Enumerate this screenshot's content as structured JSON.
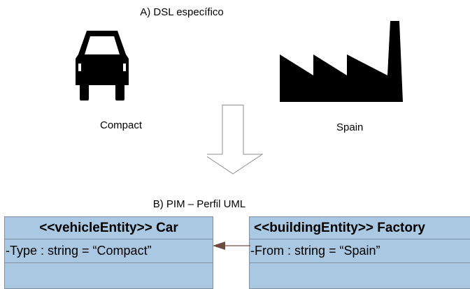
{
  "section_a": {
    "title": "A) DSL específico",
    "car_label": "Compact",
    "factory_label": "Spain"
  },
  "section_b": {
    "title": "B) PIM – Perfil UML",
    "car_class": {
      "name": "<<vehicleEntity>> Car",
      "attribute": "-Type : string = “Compact”"
    },
    "factory_class": {
      "name": "<<buildingEntity>> Factory",
      "attribute": "-From : string = “Spain”"
    }
  },
  "colors": {
    "class_fill": "#abc8e2",
    "class_border": "#7f8f9f",
    "association_line": "#7a4e45",
    "icon_fill": "#000000"
  },
  "icons": [
    "car-icon",
    "factory-icon",
    "transform-arrow-icon",
    "association-arrow-icon"
  ]
}
